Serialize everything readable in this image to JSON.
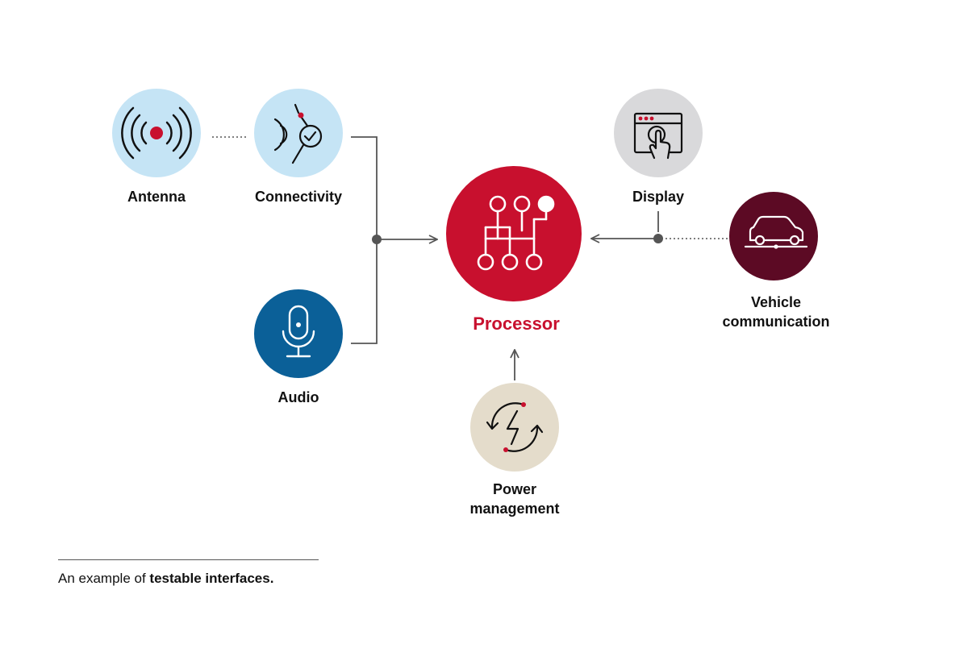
{
  "colors": {
    "antenna_bg": "#c5e4f5",
    "connectivity_bg": "#c5e4f5",
    "audio_bg": "#0b6098",
    "processor_bg": "#c8102e",
    "display_bg": "#d9d9db",
    "vehicle_bg": "#5c0a24",
    "power_bg": "#e4dccb",
    "accent_red": "#c8102e",
    "line": "#555555"
  },
  "nodes": {
    "antenna": {
      "label": "Antenna",
      "icon": "antenna-signal-icon"
    },
    "connectivity": {
      "label": "Connectivity",
      "icon": "signal-check-icon"
    },
    "audio": {
      "label": "Audio",
      "icon": "microphone-icon"
    },
    "processor": {
      "label": "Processor",
      "icon": "processor-circuit-icon"
    },
    "display": {
      "label": "Display",
      "icon": "touch-screen-icon"
    },
    "vehicle": {
      "label": "Vehicle\ncommunication",
      "icon": "car-icon"
    },
    "power": {
      "label": "Power\nmanagement",
      "icon": "power-cycle-icon"
    }
  },
  "caption": {
    "prefix": "An example of ",
    "emphasis": "testable interfaces."
  }
}
